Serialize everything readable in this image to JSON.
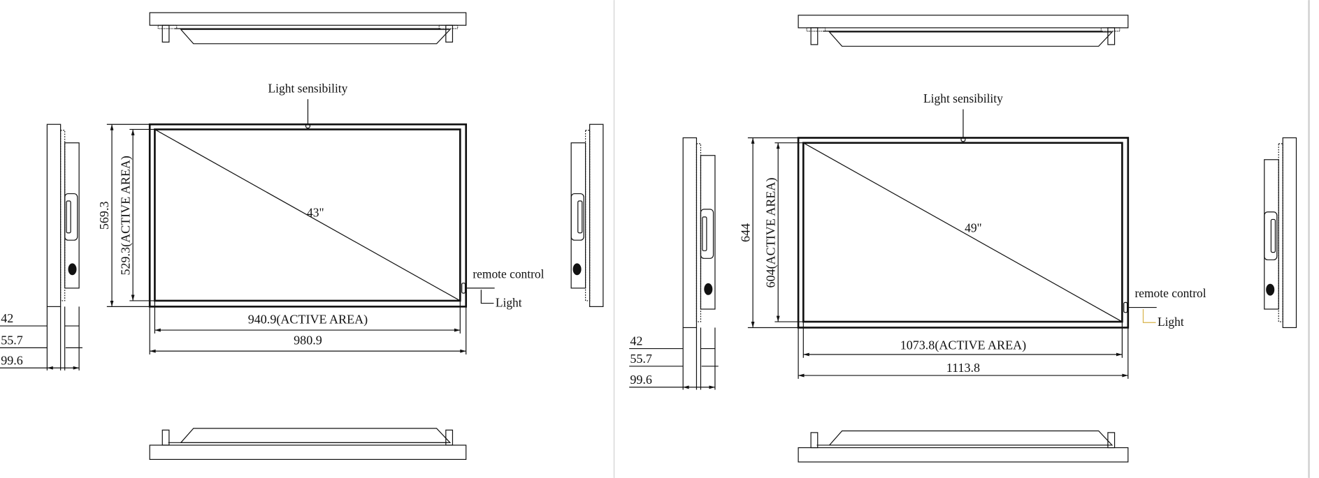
{
  "drawings": [
    {
      "size_label": "43\"",
      "light_sensibility": "Light sensibility",
      "remote_control": "remote control",
      "light": "Light",
      "height_total": "569.3",
      "height_active": "529.3(ACTIVE AREA)",
      "width_active": "940.9(ACTIVE AREA)",
      "width_total": "980.9",
      "depth_1": "42",
      "depth_2": "55.7",
      "depth_3": "99.6"
    },
    {
      "size_label": "49\"",
      "light_sensibility": "Light sensibility",
      "remote_control": "remote control",
      "light": "Light",
      "height_total": "644",
      "height_active": "604(ACTIVE AREA)",
      "width_active": "1073.8(ACTIVE AREA)",
      "width_total": "1113.8",
      "depth_1": "42",
      "depth_2": "55.7",
      "depth_3": "99.6"
    }
  ],
  "colors": {
    "line": "#111111",
    "light_leader_right": "#d8b24a",
    "divider": "#d0d0d0"
  }
}
